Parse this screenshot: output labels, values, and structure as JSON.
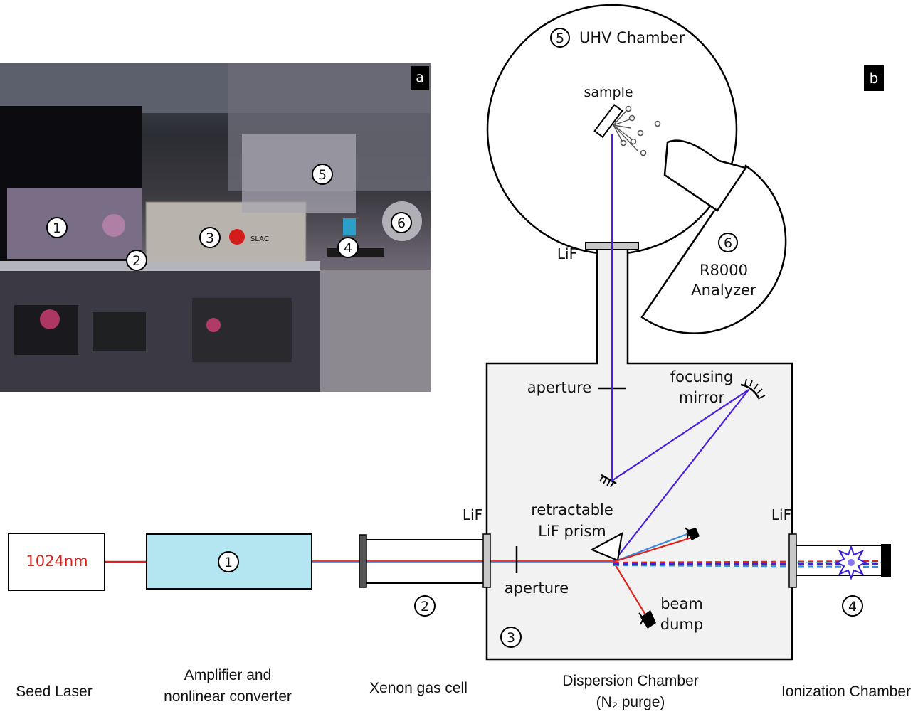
{
  "panels": {
    "photo": {
      "label": "a"
    },
    "schematic": {
      "label": "b"
    }
  },
  "photo_markers": [
    "1",
    "2",
    "3",
    "4",
    "5",
    "6"
  ],
  "photo_sticker_text": "SLAC",
  "uhv": {
    "number": "5",
    "title": "UHV Chamber",
    "sample_label": "sample",
    "window_label": "LiF"
  },
  "analyzer": {
    "number": "6",
    "line1": "R8000",
    "line2": "Analyzer"
  },
  "dispersion": {
    "aperture_top": "aperture",
    "mirror_line1": "focusing",
    "mirror_line2": "mirror",
    "prism_line1": "retractable",
    "prism_line2": "LiF prism",
    "aperture_bottom": "aperture",
    "dump_line1": "beam",
    "dump_line2": "dump",
    "number": "3"
  },
  "seed_laser": {
    "box_text": "1024nm",
    "text_color": "#e0201a"
  },
  "amplifier": {
    "number": "1",
    "fill": "#b4e6f2"
  },
  "gas_cell": {
    "number": "2"
  },
  "windows": {
    "left": "LiF",
    "right": "LiF"
  },
  "ionization": {
    "number": "4"
  },
  "bottom_labels": {
    "seed": "Seed Laser",
    "amp_line1": "Amplifier and",
    "amp_line2": "nonlinear converter",
    "xenon": "Xenon gas cell",
    "disp_line1": "Dispersion Chamber",
    "disp_line2": "(N₂ purge)",
    "ion": "Ionization Chamber"
  },
  "colors": {
    "fundamental_red": "#e0201a",
    "uv_blue": "#3a8ae0",
    "vuv_purple": "#4a1ee0",
    "chamber_fill": "#f2f2f2"
  }
}
